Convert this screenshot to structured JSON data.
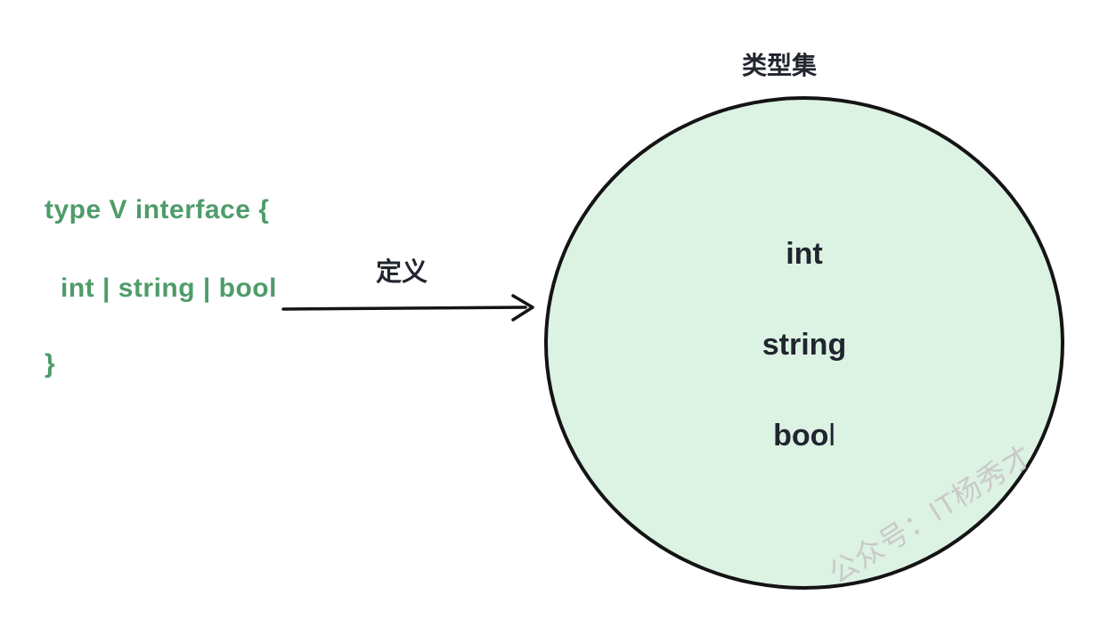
{
  "colors": {
    "green": "#4e9c6a",
    "dark": "#20252e",
    "stroke": "#141414",
    "circle_fill": "#dcf2e3",
    "watermark": "#c9c9c9"
  },
  "code": {
    "line1": "type V interface {",
    "line2": "int | string | bool",
    "line3": "}"
  },
  "arrow": {
    "label": "定义"
  },
  "type_set": {
    "title": "类型集",
    "items": [
      {
        "label": "int",
        "suffix": ""
      },
      {
        "label": "string",
        "suffix": ""
      },
      {
        "label": "boo",
        "suffix": "l"
      }
    ]
  },
  "watermark": {
    "text": "公众号：IT杨秀才"
  }
}
